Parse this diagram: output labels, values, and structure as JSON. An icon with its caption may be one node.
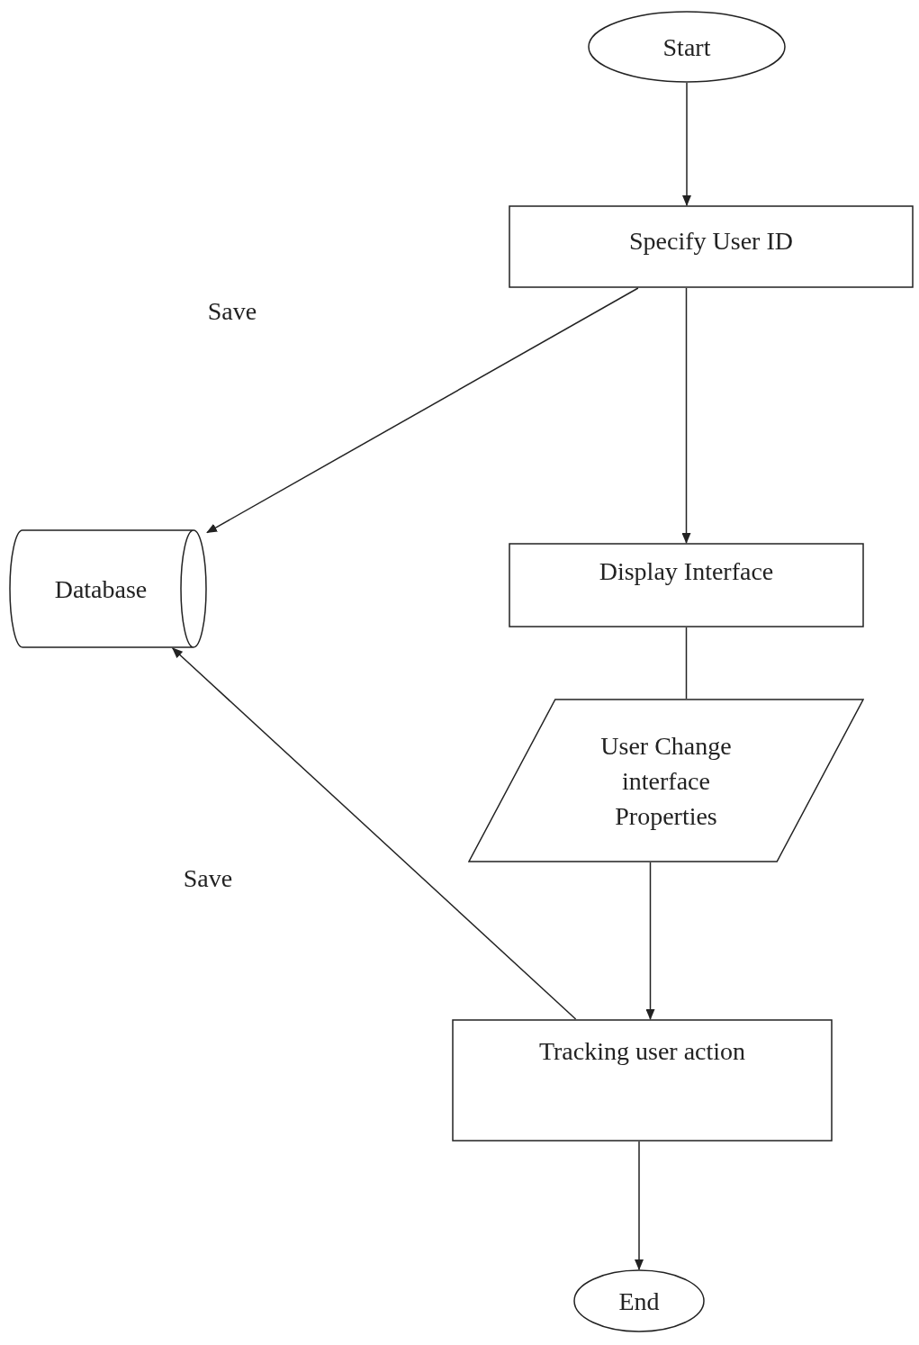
{
  "diagram": {
    "nodes": [
      {
        "text": [
          "Start"
        ]
      },
      {
        "text": [
          "Specify User ID"
        ]
      },
      {
        "text": [
          "Database"
        ]
      },
      {
        "text": [
          "Display Interface"
        ]
      },
      {
        "text": [
          "User Change interface Properties"
        ]
      },
      {
        "text": [
          "Tracking user action"
        ]
      },
      {
        "text": [
          "End"
        ]
      }
    ],
    "edges": [
      {
        "from": 0,
        "to": 1,
        "arrow": "to"
      },
      {
        "from": 1,
        "to": 2,
        "arrow": "to"
      },
      {
        "from": 1,
        "to": 3,
        "arrow": "to"
      },
      {
        "from": 3,
        "to": 4,
        "arrow": "none"
      },
      {
        "from": 4,
        "to": 5,
        "arrow": "to"
      },
      {
        "from": 5,
        "to": 2,
        "arrow": "to"
      },
      {
        "from": 5,
        "to": 6,
        "arrow": "to"
      }
    ],
    "labels": [
      "Save",
      "Save"
    ]
  }
}
